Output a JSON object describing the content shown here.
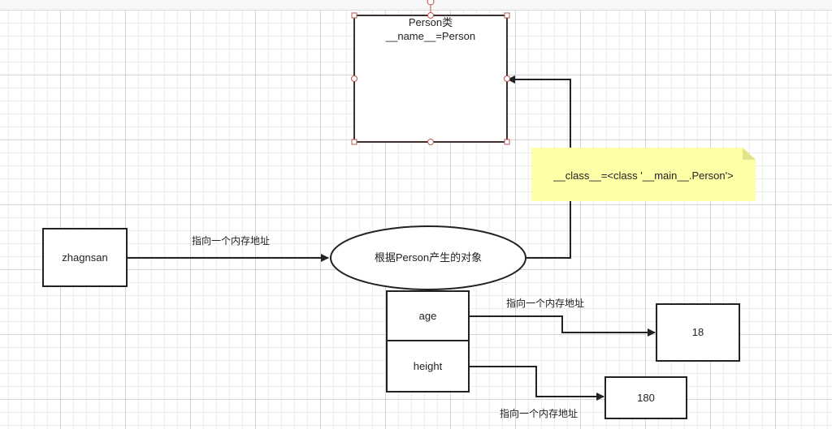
{
  "diagram": {
    "class_box": {
      "line1": "Person类",
      "line2": "__name__=Person"
    },
    "note": {
      "text": "__class__=<class '__main__.Person'>",
      "color": "#ffffa8"
    },
    "variable": {
      "label": "zhagnsan"
    },
    "object": {
      "label": "根据Person产生的对象"
    },
    "attributes": [
      {
        "name": "age",
        "value": "18"
      },
      {
        "name": "height",
        "value": "180"
      }
    ],
    "edge_labels": {
      "var_to_obj": "指向一个内存地址",
      "age_to_value": "指向一个内存地址",
      "height_to_value": "指向一个内存地址"
    },
    "colors": {
      "stroke": "#222222",
      "class_border": "#3c2f2f",
      "handle": "#b85450"
    }
  }
}
